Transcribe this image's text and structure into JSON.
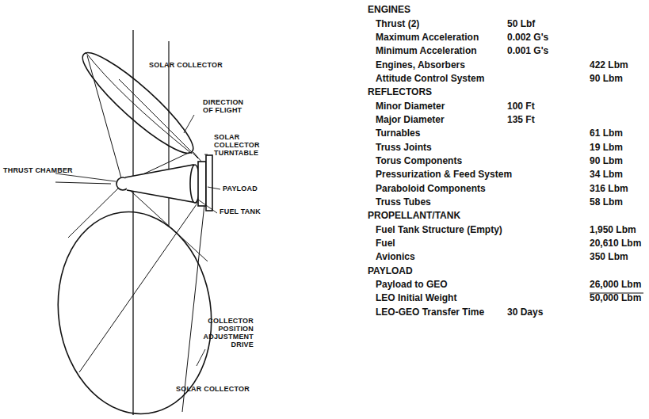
{
  "diagram": {
    "labels": [
      "SOLAR COLLECTOR",
      "DIRECTION OF FLIGHT",
      "SOLAR COLLECTOR TURNTABLE",
      "THRUST CHAMBER",
      "PAYLOAD",
      "FUEL TANK",
      "COLLECTOR POSITION ADJUSTMENT DRIVE",
      "SOLAR COLLECTOR",
      "ENGINES",
      "Thrust (2)",
      "50 Lbf",
      "Maximum Acceleration",
      "0.002 G's",
      "Minimum Acceleration",
      "0.001 G's",
      "Engines, Absorbers",
      "422 Lbm",
      "Attitude Control System",
      "90 Lbm",
      "REFLECTORS",
      "Minor Diameter",
      "100 Ft",
      "Major Diameter",
      "135 Ft",
      "Turnables",
      "61 Lbm",
      "Truss Joints",
      "19 Lbm",
      "Torus Components",
      "90 Lbm",
      "Pressurization & Feed System",
      "34 Lbm",
      "Paraboloid Components",
      "316 Lbm",
      "Truss Tubes",
      "58 Lbm",
      "PROPELLANT/TANK",
      "Fuel Tank Structure (Empty)",
      "1,950 Lbm",
      "Fuel",
      "20,610 Lbm",
      "Avionics",
      "350 Lbm",
      "PAYLOAD",
      "Payload to GEO",
      "26,000 Lbm",
      "LEO Initial Weight",
      "50,000 Lbm",
      "LEO-GEO Transfer Time",
      "30 Days"
    ]
  }
}
